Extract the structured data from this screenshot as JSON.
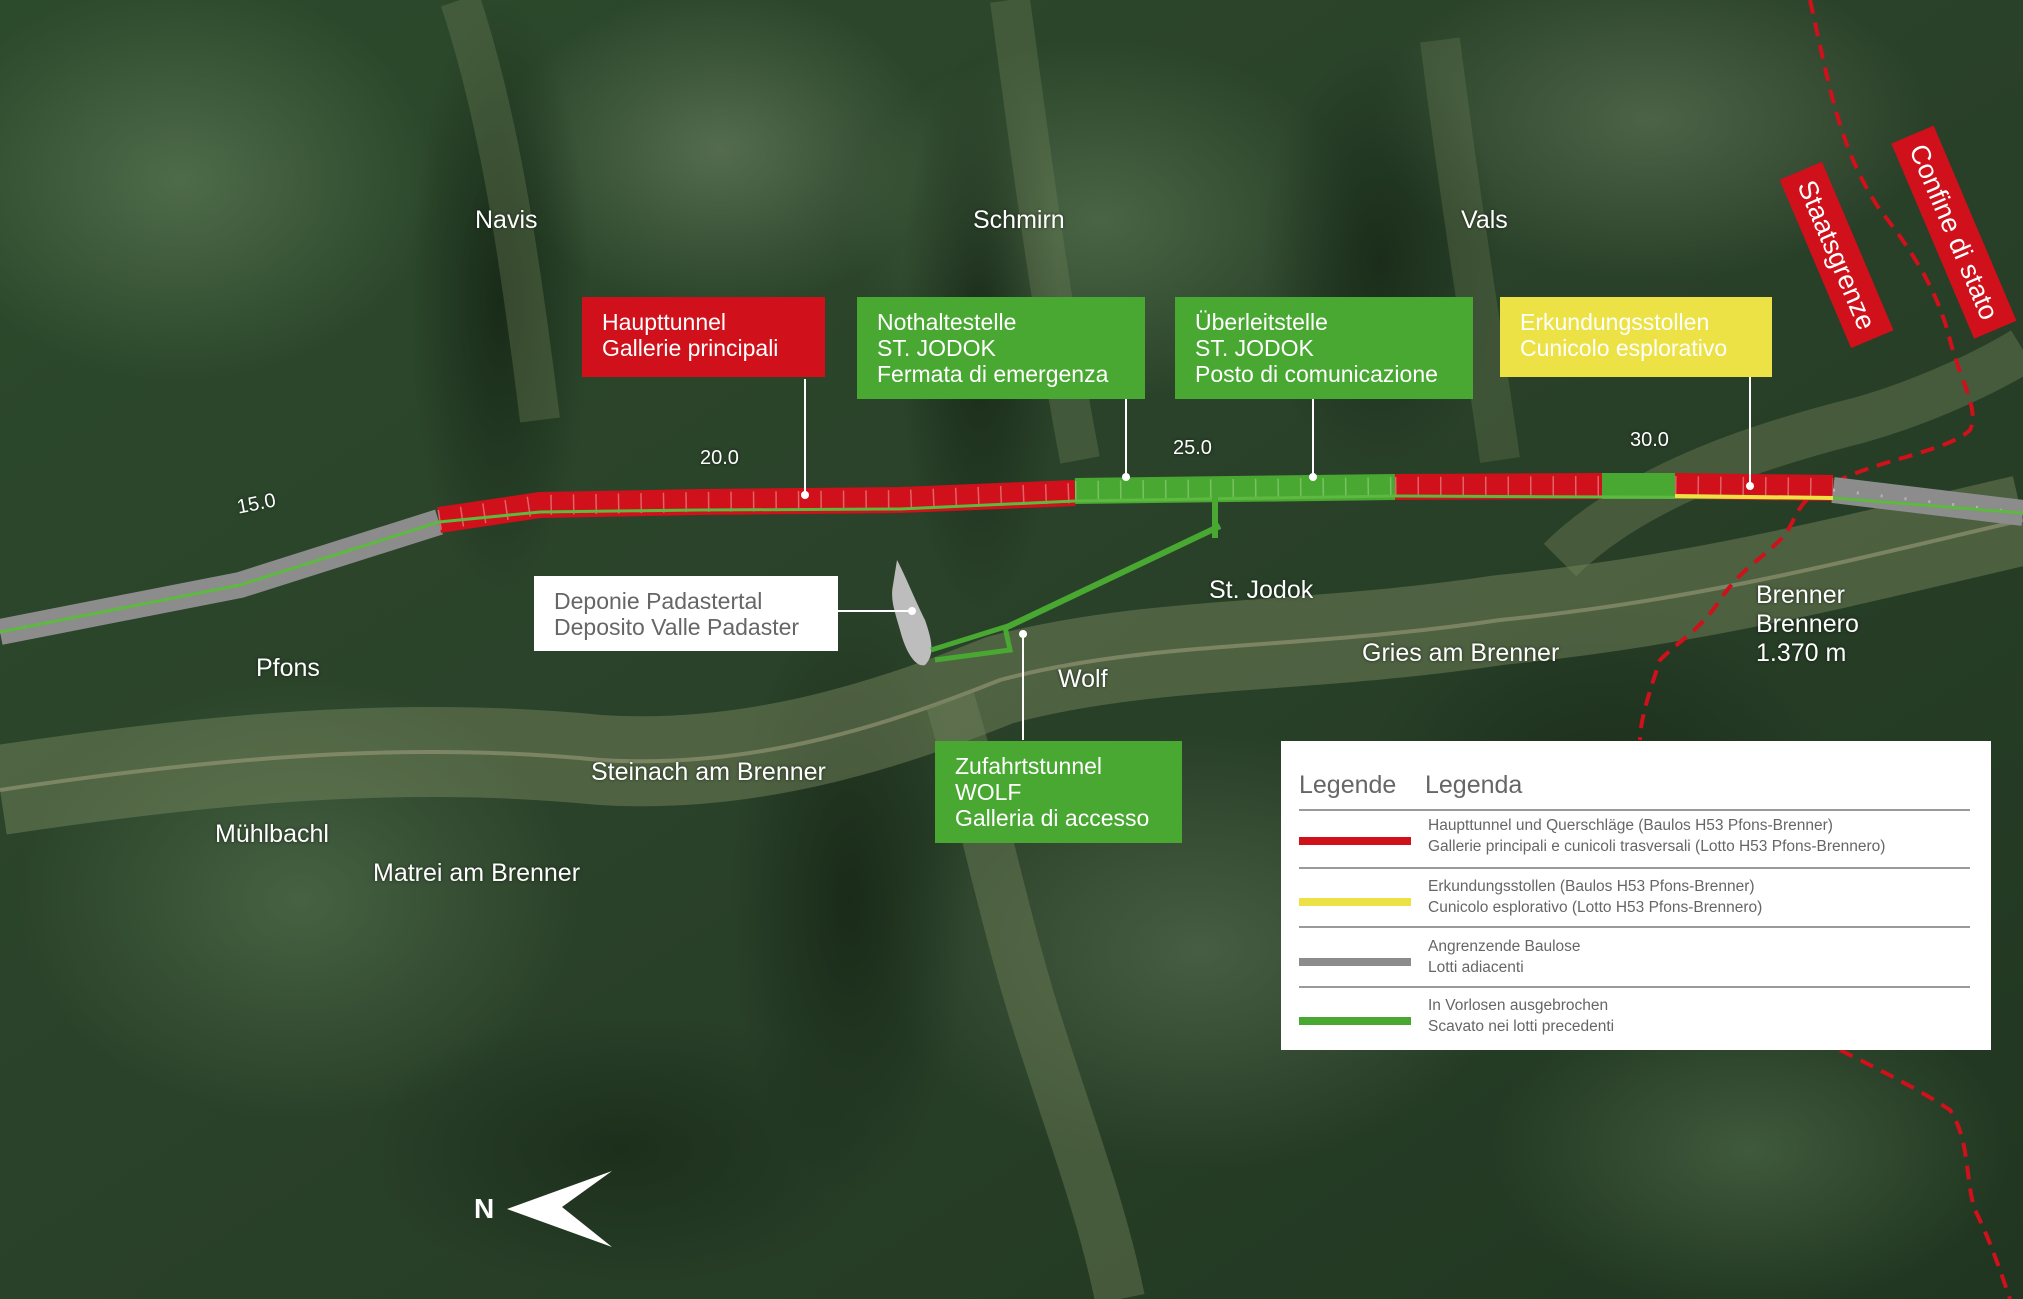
{
  "colors": {
    "main_tunnel": "#d0101a",
    "exploratory": "#ede245",
    "adjacent": "#8c8c8c",
    "previous": "#49a832",
    "border": "#d0101a"
  },
  "places": {
    "navis": "Navis",
    "schmirn": "Schmirn",
    "vals": "Vals",
    "pfons": "Pfons",
    "st_jodok": "St. Jodok",
    "wolf": "Wolf",
    "gries": "Gries am Brenner",
    "brenner_1": "Brenner",
    "brenner_2": "Brennero",
    "brenner_3": "1.370 m",
    "steinach": "Steinach am Brenner",
    "muehlbachl": "Mühlbachl",
    "matrei": "Matrei am Brenner"
  },
  "km_marks": {
    "km15": "15.0",
    "km20": "20.0",
    "km25": "25.0",
    "km30": "30.0"
  },
  "callouts": {
    "haupttunnel": [
      "Haupttunnel",
      "Gallerie principali"
    ],
    "nothaltestelle": [
      "Nothaltestelle",
      "ST. JODOK",
      "Fermata di emergenza"
    ],
    "ueberleitstelle": [
      "Überleitstelle",
      "ST. JODOK",
      "Posto di comunicazione"
    ],
    "erkundungsstollen": [
      "Erkundungsstollen",
      "Cunicolo esplorativo"
    ],
    "deponie": [
      "Deponie Padastertal",
      "Deposito Valle Padaster"
    ],
    "zufahrtstunnel": [
      "Zufahrtstunnel",
      "WOLF",
      "Galleria di accesso"
    ]
  },
  "border": {
    "de": "Staatsgrenze",
    "it": "Confine di stato"
  },
  "legend": {
    "title_de": "Legende",
    "title_it": "Legenda",
    "items": [
      {
        "color": "#d0101a",
        "line1": "Haupttunnel und Querschläge (Baulos H53 Pfons-Brenner)",
        "line2": "Gallerie principali e cunicoli trasversali (Lotto H53 Pfons-Brennero)"
      },
      {
        "color": "#ede245",
        "line1": "Erkundungsstollen (Baulos H53 Pfons-Brenner)",
        "line2": "Cunicolo esplorativo (Lotto H53 Pfons-Brennero)"
      },
      {
        "color": "#8c8c8c",
        "line1": "Angrenzende Baulose",
        "line2": "Lotti adiacenti"
      },
      {
        "color": "#49a832",
        "line1": "In Vorlosen ausgebrochen",
        "line2": "Scavato nei lotti precedenti"
      }
    ]
  },
  "north": "N"
}
